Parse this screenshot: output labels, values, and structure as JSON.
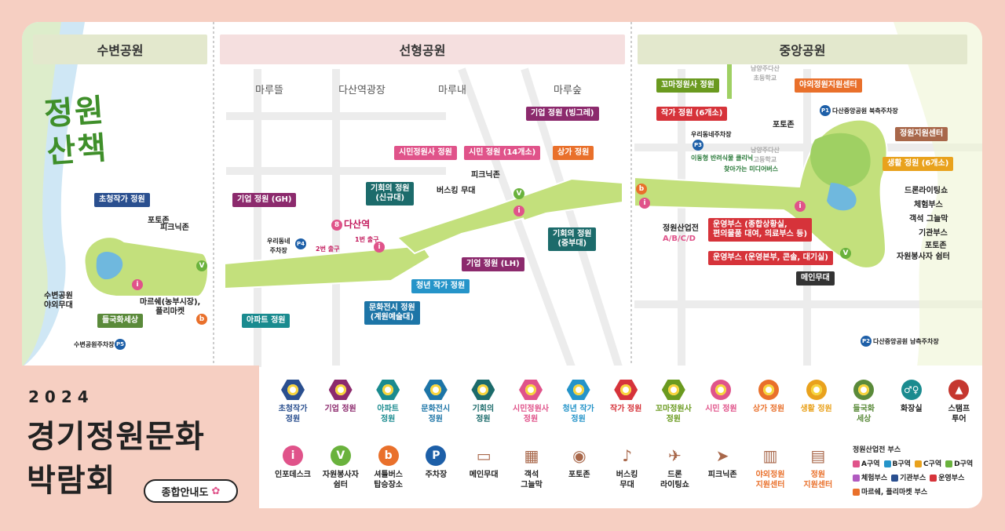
{
  "sections": {
    "left": "수변공원",
    "middle": "선형공원",
    "right": "중앙공원"
  },
  "subareas": [
    "마루뜰",
    "다산역광장",
    "마루내",
    "마루숲"
  ],
  "logo_text": "정원 산책",
  "map_labels": {
    "chocheong": "초청작가 정원",
    "photozone_left": "포토존",
    "picnic_left": "피크닉존",
    "waterside_stage": "수변공원\n야외무대",
    "marche": "마르쉐(농부시장),\n플리마켓",
    "deulgukhwa": "들국화세상",
    "waterside_parking": "수변공원주차장",
    "waterside_parking_code": "P5",
    "corp_gh": "기업 정원 (GH)",
    "apartment": "아파트 정원",
    "our_parking": "우리동네\n주차장",
    "our_parking_code": "P4",
    "dasan_station": "다산역",
    "dasan_station_no": "8",
    "exit2": "2번 출구",
    "exit1": "1번 출구",
    "opportunity_new": "기회의 정원\n(신규대)",
    "citizen_gardener": "시민정원사 정원",
    "busking": "버스킹 무대",
    "citizen_14": "시민 정원 (14개소)",
    "picnic_mid": "피크닉존",
    "corp_bing": "기업 정원 (빙그레)",
    "shop_garden": "상가 정원",
    "corp_lh": "기업 정원 (LH)",
    "youth_artist": "청년 작가 정원",
    "culture_exhibit": "문화전시 정원\n(계원예술대)",
    "opportunity_mid": "기회의 정원\n(중부대)",
    "mini_gardener": "꼬마정원사 정원",
    "artist6": "작가 정원 (6개소)",
    "our_parking_right": "우리동네주차장",
    "our_parking_right_code": "P3",
    "pet_clinic": "이동형 반려식물 클리닉",
    "media_bus": "찾아가는 미디어버스",
    "industry_expo": "정원산업전",
    "industry_zones": "A/B/C/D",
    "photozone_right": "포토존",
    "outdoor_center": "야외정원지원센터",
    "north_parking": "다산중앙공원 북측주차장",
    "north_parking_code": "P1",
    "garden_center": "정원지원센터",
    "life6": "생활 정원 (6개소)",
    "drone": "드론라이팅쇼",
    "experience": "체험부스",
    "pergola": "객석 그늘막",
    "institution": "기관부스",
    "photozone_far": "포토존",
    "volunteer": "자원봉사자 쉼터",
    "ops_booth1": "운영부스 (종합상황실,\n편의물품 대여, 의료부스 등)",
    "ops_booth2": "운영부스 (운영본부, 콘솔, 대기실)",
    "main_stage": "메인무대",
    "south_parking": "다산중앙공원 남측주차장",
    "south_parking_code": "P2",
    "school1": "남양주다산\n초등학교",
    "school2": "남양주다산\n고등학교"
  },
  "title": {
    "year": "2024",
    "line1": "경기정원문화",
    "line2": "박람회",
    "guide": "종합안내도"
  },
  "legend_row1": [
    {
      "name": "chocheong",
      "label": "초청작가\n정원",
      "color": "#2a4f8f"
    },
    {
      "name": "corp",
      "label": "기업 정원",
      "color": "#8c2a6d"
    },
    {
      "name": "apartment",
      "label": "아파트\n정원",
      "color": "#1a8b8f"
    },
    {
      "name": "culture",
      "label": "문화전시\n정원",
      "color": "#1d75a7"
    },
    {
      "name": "opportunity",
      "label": "기회의\n정원",
      "color": "#1c6b6b"
    },
    {
      "name": "citizen-gardener",
      "label": "시민정원사\n정원",
      "color": "#e0538a"
    },
    {
      "name": "youth",
      "label": "청년 작가\n정원",
      "color": "#2594c9"
    },
    {
      "name": "artist",
      "label": "작가 정원",
      "color": "#d6333a"
    },
    {
      "name": "mini",
      "label": "꼬마정원사\n정원",
      "color": "#6a9a1f"
    },
    {
      "name": "citizen",
      "label": "시민 정원",
      "color": "#e0538a"
    },
    {
      "name": "shop",
      "label": "상가 정원",
      "color": "#e9702b"
    },
    {
      "name": "life",
      "label": "생활 정원",
      "color": "#e9a21d"
    },
    {
      "name": "deulgukhwa",
      "label": "들국화\n세상",
      "color": "#5a8a3a"
    },
    {
      "name": "restroom",
      "label": "화장실",
      "color": "#222"
    },
    {
      "name": "stamp",
      "label": "스탬프\n투어",
      "color": "#222"
    }
  ],
  "legend_row2": [
    {
      "name": "info",
      "label": "인포데스크",
      "glyph": "i",
      "color": "#e0538a"
    },
    {
      "name": "volunteer",
      "label": "자원봉사자\n쉼터",
      "glyph": "V",
      "color": "#6ab23d"
    },
    {
      "name": "shuttle",
      "label": "셔틀버스\n탑승장소",
      "glyph": "b",
      "color": "#e9702b"
    },
    {
      "name": "parking",
      "label": "주차장",
      "glyph": "P",
      "color": "#1d5fa8"
    },
    {
      "name": "main-stage",
      "label": "메인무대",
      "glyph": "",
      "color": "#333"
    },
    {
      "name": "pergola",
      "label": "객석\n그늘막",
      "glyph": "",
      "color": "#333"
    },
    {
      "name": "photozone",
      "label": "포토존",
      "glyph": "",
      "color": "#333"
    },
    {
      "name": "busking",
      "label": "버스킹\n무대",
      "glyph": "",
      "color": "#333"
    },
    {
      "name": "drone",
      "label": "드론\n라이팅쇼",
      "glyph": "",
      "color": "#333"
    },
    {
      "name": "picnic",
      "label": "피크닉존",
      "glyph": "",
      "color": "#333"
    },
    {
      "name": "outdoor-center",
      "label": "야외정원\n지원센터",
      "glyph": "",
      "color": "#e9702b"
    },
    {
      "name": "garden-center",
      "label": "정원\n지원센터",
      "glyph": "",
      "color": "#e9702b"
    }
  ],
  "zones": {
    "title": "정원산업전 부스",
    "a": "A구역",
    "b": "B구역",
    "c": "C구역",
    "d": "D구역",
    "experience": "체험부스",
    "institution": "기관부스",
    "ops": "운영부스",
    "marche": "마르쉐, 플리마켓 부스"
  },
  "colors": {
    "pink_bg": "#f6cfc2",
    "green_park": "#c3e07c",
    "navy": "#2a4f8f",
    "magenta": "#8c2a6d",
    "teal": "#1a8b8f",
    "red": "#d6333a",
    "green_label": "#6a9a1f",
    "orange": "#e9702b",
    "brown": "#a8674a",
    "pink": "#e0538a"
  }
}
